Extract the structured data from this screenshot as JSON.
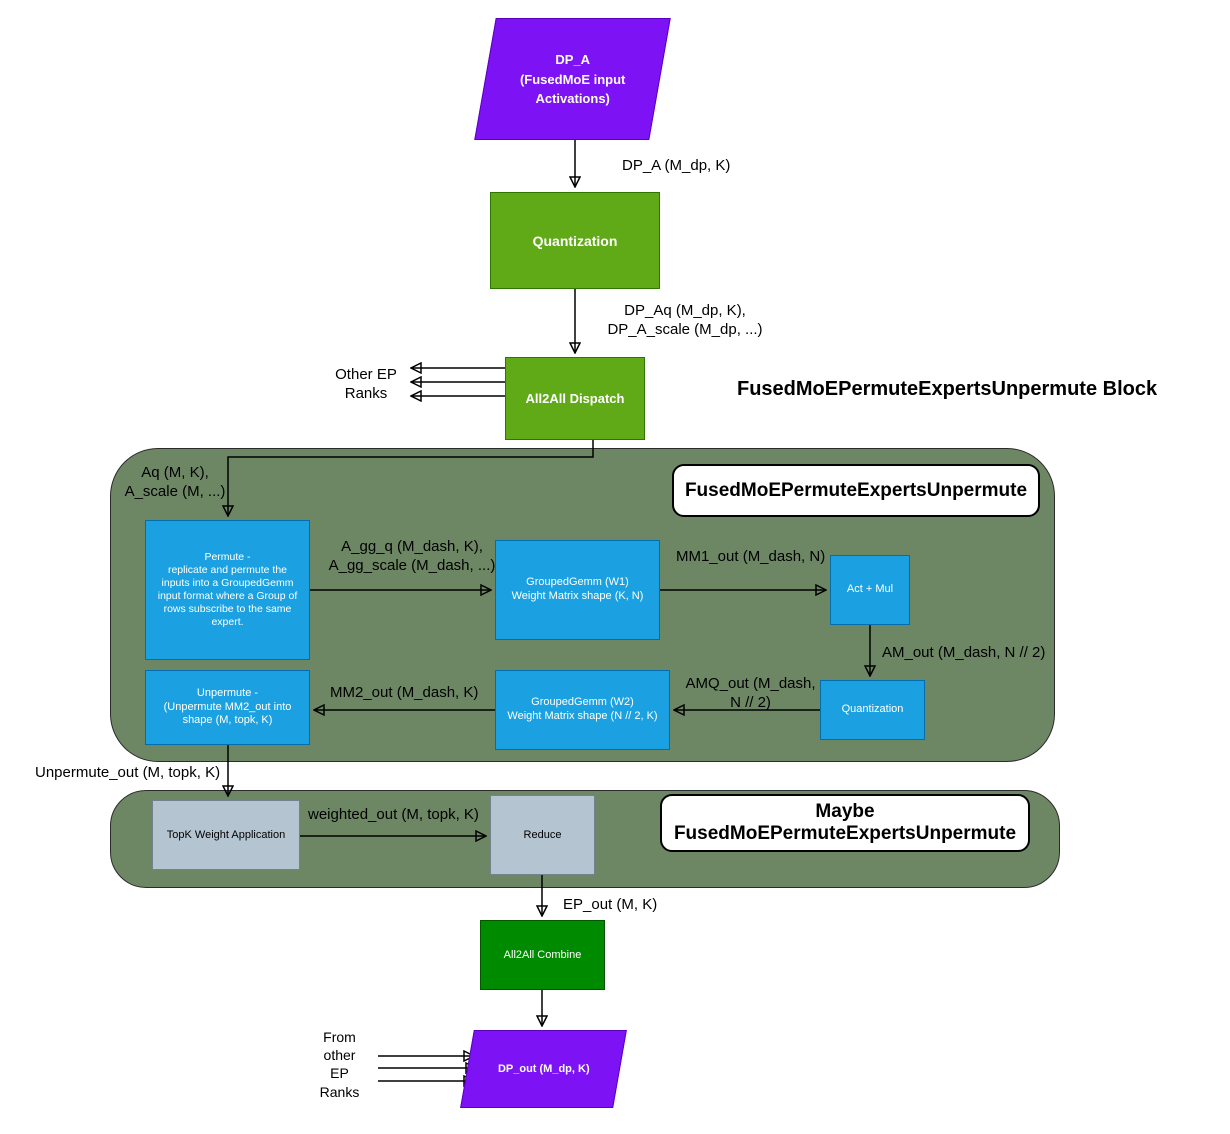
{
  "page": {
    "block_title": "FusedMoEPermuteExpertsUnpermute Block"
  },
  "containers": {
    "fused_block_label": "FusedMoEPermuteExpertsUnpermute",
    "maybe_block_label": "Maybe\nFusedMoEPermuteExpertsUnpermute"
  },
  "nodes": {
    "dp_a": "DP_A\n(FusedMoE input\nActivations)",
    "quantization_top": "Quantization",
    "all2all_dispatch": "All2All Dispatch",
    "permute": "Permute -\nreplicate and permute the\ninputs into a GroupedGemm\ninput format where a Group of\nrows subscribe to the same\nexpert.",
    "grouped_gemm_w1": "GroupedGemm (W1)\nWeight Matrix shape (K, N)",
    "act_mul": "Act + Mul",
    "quantization_inner": "Quantization",
    "grouped_gemm_w2": "GroupedGemm (W2)\nWeight Matrix shape (N // 2, K)",
    "unpermute": "Unpermute -\n(Unpermute MM2_out  into\nshape (M, topk, K)",
    "topk_weight_application": "TopK Weight Application",
    "reduce": "Reduce",
    "all2all_combine": "All2All Combine",
    "dp_out": "DP_out (M_dp, K)"
  },
  "edge_labels": {
    "dp_a_arrow": "DP_A (M_dp, K)",
    "dp_aq": "DP_Aq (M_dp, K),\nDP_A_scale (M_dp, ...)",
    "other_ep_ranks": "Other EP\nRanks",
    "aq": "Aq (M, K),\nA_scale (M, ...)",
    "a_gg_q": "A_gg_q (M_dash, K),\nA_gg_scale (M_dash, ...)",
    "mm1_out": "MM1_out (M_dash, N)",
    "am_out": "AM_out (M_dash, N // 2)",
    "amq_out": "AMQ_out (M_dash,\nN // 2)",
    "mm2_out": "MM2_out (M_dash, K)",
    "unpermute_out": "Unpermute_out (M, topk, K)",
    "weighted_out": "weighted_out (M, topk, K)",
    "ep_out": "EP_out (M, K)",
    "from_other_ep_ranks": "From\nother\nEP\nRanks"
  },
  "colors": {
    "purple": "#7d12f5",
    "green": "#60a917",
    "green_border": "#2d7600",
    "blue": "#1ba1e2",
    "blue_border": "#006eaf",
    "dark_green": "#008a00",
    "sage_container": "#6d8764",
    "steel": "#b5c4d1"
  }
}
